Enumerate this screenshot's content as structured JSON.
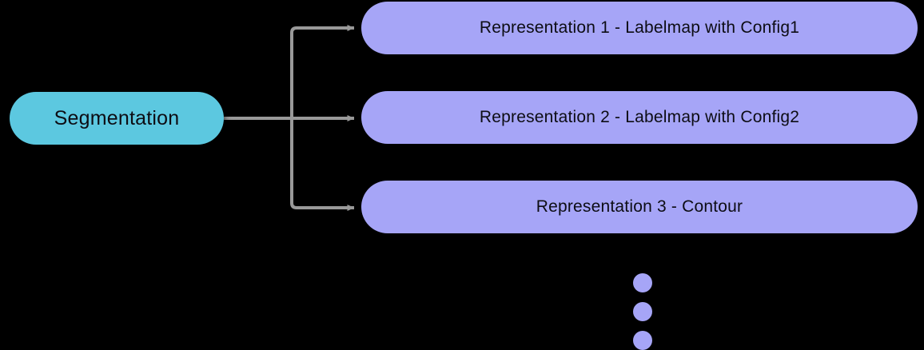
{
  "diagram": {
    "title": "Segmentation representations diagram",
    "background_color": "#000000",
    "edge_color": "#999999",
    "source": {
      "label": "Segmentation",
      "color": "#5CC8E0",
      "text_color": "#0d0d14"
    },
    "representations": [
      {
        "label": "Representation 1 - Labelmap with Config1",
        "color": "#A6A5F7",
        "text_color": "#0d0d14"
      },
      {
        "label": "Representation 2 - Labelmap with Config2",
        "color": "#A6A5F7",
        "text_color": "#0d0d14"
      },
      {
        "label": "Representation 3 - Contour",
        "color": "#A6A5F7",
        "text_color": "#0d0d14"
      }
    ],
    "ellipsis": {
      "name": "vertical-ellipsis",
      "count": 3,
      "color": "#A6A5F7"
    }
  }
}
